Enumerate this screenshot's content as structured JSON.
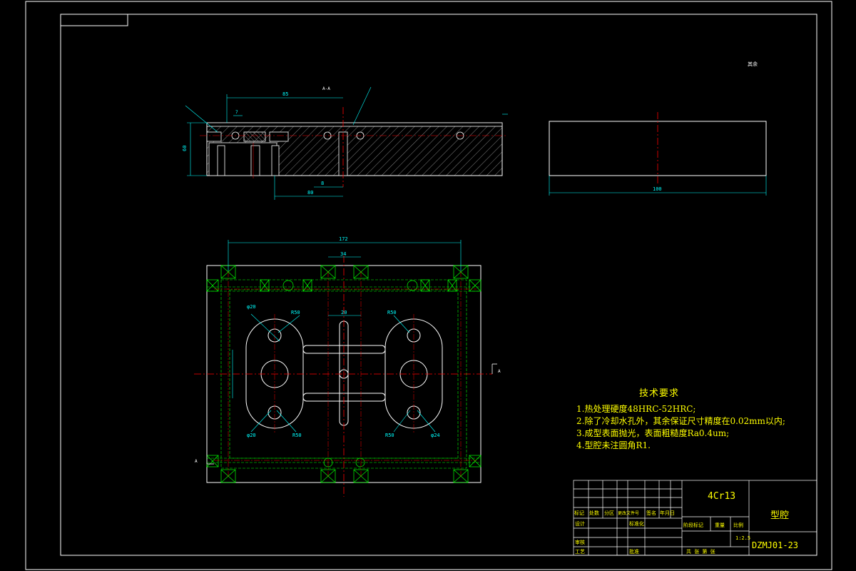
{
  "drawing": {
    "background": "#000000",
    "line_color": "#ffffff",
    "center_line_color": "#ff0000",
    "dimension_color": "#00ffff",
    "hidden_line_color": "#00ff00",
    "text_color": "#ffff00",
    "corner_mark": "其余",
    "section_label": "A-A",
    "view_label": "A"
  },
  "dimensions": {
    "d85": "85",
    "d172": "172",
    "d100": "100",
    "d34": "34",
    "d20": "20",
    "d60": "60",
    "d8": "8",
    "d80": "80",
    "d7": "7",
    "phi20_a": "φ20",
    "phi20_b": "φ20",
    "phi24": "φ24",
    "r50_a": "R50",
    "r50_b": "R50",
    "r50_c": "R50",
    "r50_d": "R50"
  },
  "tech_requirements": {
    "title": "技术要求",
    "items": [
      "1.热处理硬度48HRC-52HRC;",
      "2.除了冷却水孔外，其余保证尺寸精度在0.02mm以内;",
      "3.成型表面抛光，表面粗糙度Ra0.4um;",
      "4.型腔未注圆角R1."
    ]
  },
  "title_block": {
    "material": "4Cr13",
    "part_name": "型腔",
    "drawing_number": "DZMJ01-23",
    "scale": "1:2.5",
    "headers": [
      "标记",
      "处数",
      "分区",
      "更改文件号",
      "签名",
      "年月日"
    ],
    "roles": [
      "设计",
      "标准化",
      "审核",
      "工艺",
      "批准"
    ],
    "stage_cols": [
      "阶段标记",
      "重量",
      "比例"
    ],
    "sheet_text": "共 张 第 张"
  }
}
